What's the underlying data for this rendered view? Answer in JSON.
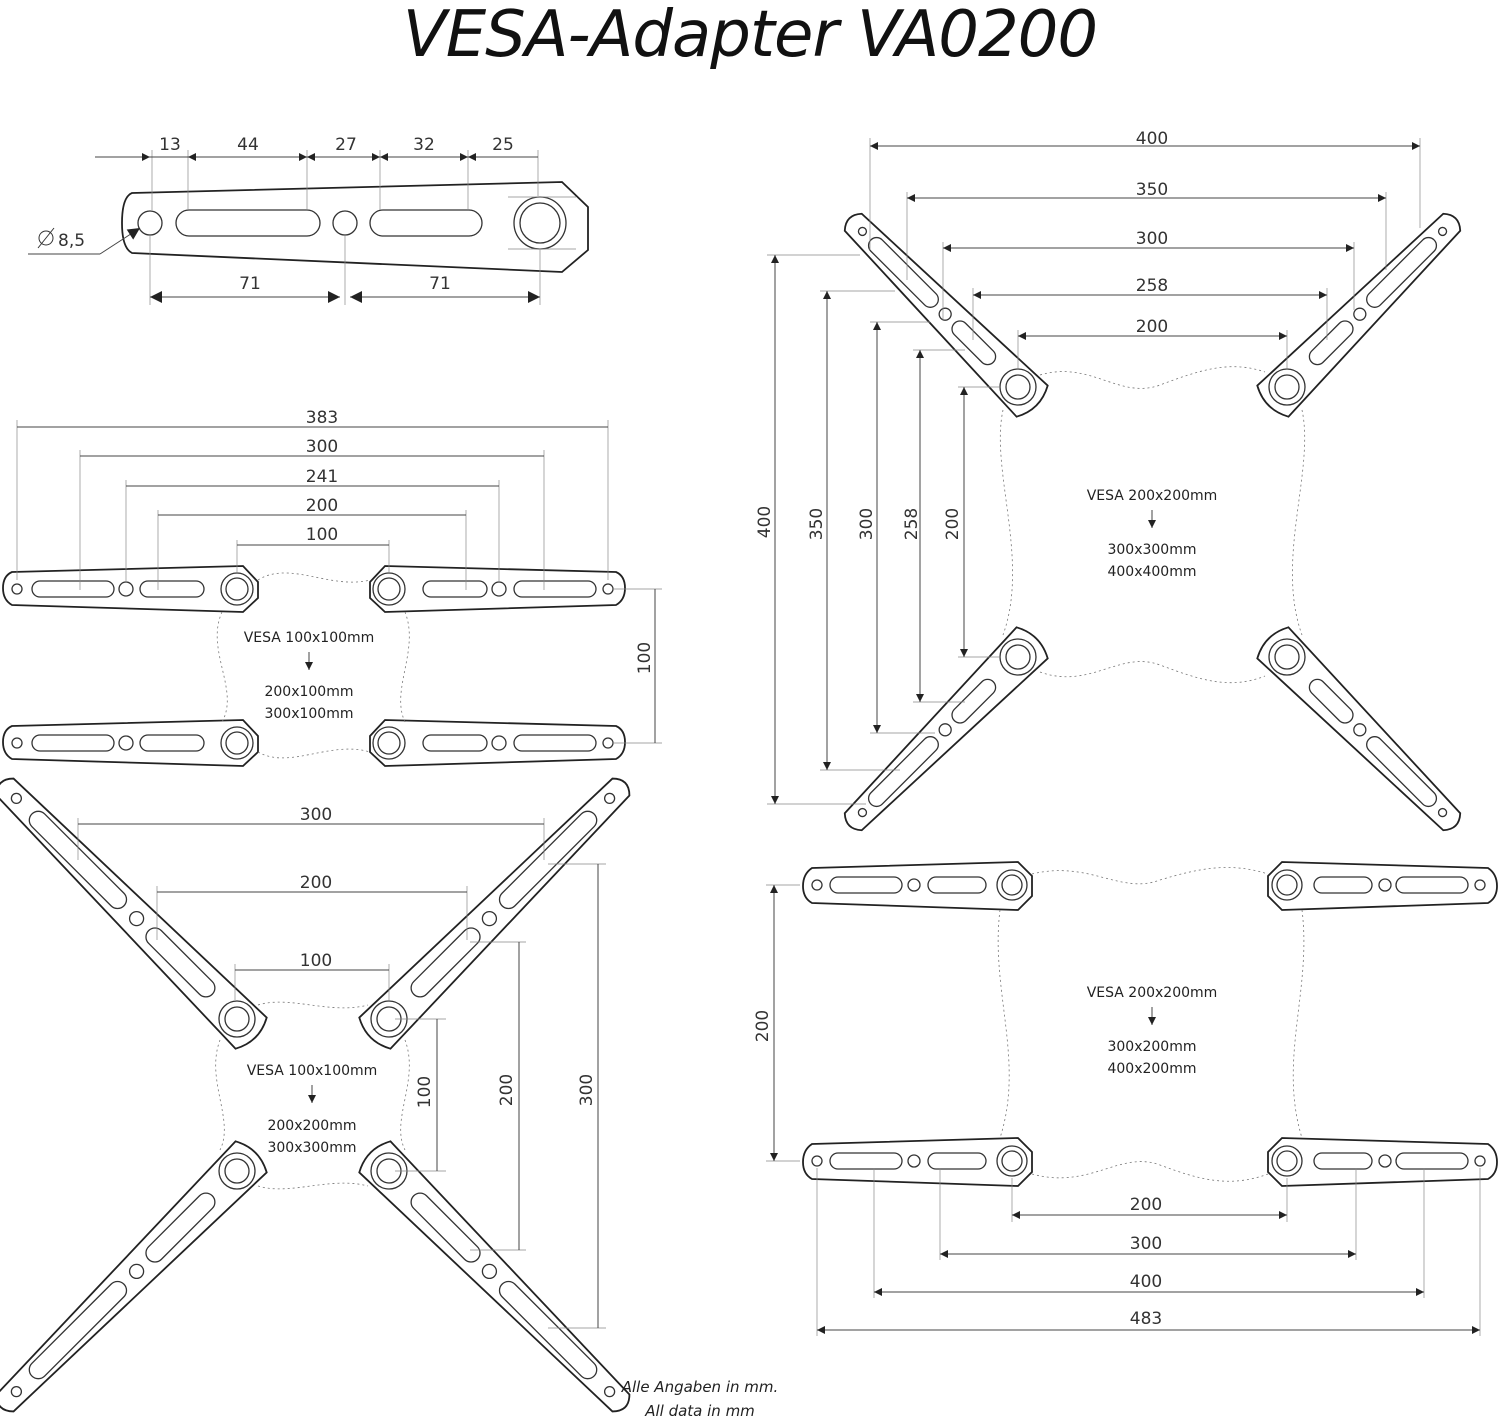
{
  "title": "VESA-Adapter  VA0200",
  "footer": {
    "line1": "Alle Angaben in mm.",
    "line2": "All data in mm"
  },
  "colors": {
    "ink": "#222222",
    "background": "#ffffff"
  },
  "arm_detail": {
    "hole_diameter": "8,5",
    "top_dims": [
      "13",
      "44",
      "27",
      "32",
      "25"
    ],
    "bottom_dims": [
      "71",
      "71"
    ]
  },
  "layout_100_horizontal": {
    "widths": [
      "383",
      "300",
      "241",
      "200",
      "100"
    ],
    "height": "100",
    "label_vesa": "VESA 100x100mm",
    "label_alt1": "200x100mm",
    "label_alt2": "300x100mm"
  },
  "layout_100_cross": {
    "widths": [
      "300",
      "200",
      "100"
    ],
    "heights": [
      "100",
      "200",
      "300"
    ],
    "label_vesa": "VESA 100x100mm",
    "label_alt1": "200x200mm",
    "label_alt2": "300x300mm"
  },
  "layout_200_cross": {
    "widths": [
      "400",
      "350",
      "300",
      "258",
      "200"
    ],
    "heights": [
      "400",
      "350",
      "300",
      "258",
      "200"
    ],
    "label_vesa": "VESA 200x200mm",
    "label_alt1": "300x300mm",
    "label_alt2": "400x400mm"
  },
  "layout_200_horizontal": {
    "height": "200",
    "widths": [
      "200",
      "300",
      "400",
      "483"
    ],
    "label_vesa": "VESA 200x200mm",
    "label_alt1": "300x200mm",
    "label_alt2": "400x200mm"
  }
}
